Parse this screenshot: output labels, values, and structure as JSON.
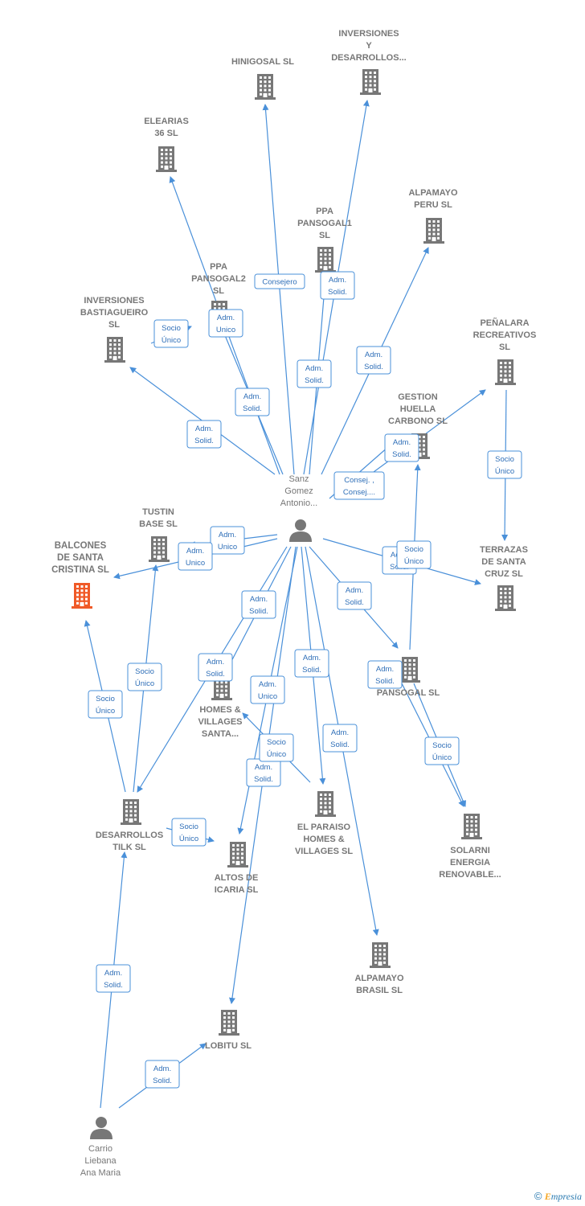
{
  "nodes": {
    "hinigosal": {
      "type": "company",
      "lines": [
        "HINIGOSAL  SL"
      ]
    },
    "inversiones_desarrollos": {
      "type": "company",
      "lines": [
        "INVERSIONES",
        "Y",
        "DESARROLLOS..."
      ]
    },
    "elearias": {
      "type": "company",
      "lines": [
        "ELEARIAS",
        "36 SL"
      ]
    },
    "alpamayo_peru": {
      "type": "company",
      "lines": [
        "ALPAMAYO",
        "PERU  SL"
      ]
    },
    "ppa_pansogal1": {
      "type": "company",
      "lines": [
        "PPA",
        "PANSOGAL1",
        "SL"
      ]
    },
    "ppa_pansogal2": {
      "type": "company",
      "lines": [
        "PPA",
        "PANSOGAL2",
        "SL"
      ]
    },
    "inversiones_bastiagueiro": {
      "type": "company",
      "lines": [
        "INVERSIONES",
        "BASTIAGUEIRO",
        "SL"
      ]
    },
    "penalara": {
      "type": "company",
      "lines": [
        "PEÑALARA",
        "RECREATIVOS",
        "SL"
      ]
    },
    "gestion_huella": {
      "type": "company",
      "lines": [
        "GESTION",
        "HUELLA",
        "CARBONO  SL"
      ]
    },
    "sanz_gomez": {
      "type": "person",
      "lines": [
        "Sanz",
        "Gomez",
        "Antonio..."
      ]
    },
    "tustin": {
      "type": "company",
      "lines": [
        "TUSTIN",
        "BASE SL"
      ]
    },
    "balcones": {
      "type": "focus",
      "lines": [
        "BALCONES",
        "DE SANTA",
        "CRISTINA  SL"
      ]
    },
    "terrazas": {
      "type": "company",
      "lines": [
        "TERRAZAS",
        "DE SANTA",
        "CRUZ  SL"
      ]
    },
    "homes_villages": {
      "type": "company",
      "lines": [
        "HOMES &",
        "VILLAGES",
        "SANTA..."
      ]
    },
    "pansogal": {
      "type": "company",
      "lines": [
        "PANSOGAL  SL"
      ]
    },
    "desarrollos_tilk": {
      "type": "company",
      "lines": [
        "DESARROLLOS",
        "TILK SL"
      ]
    },
    "el_paraiso": {
      "type": "company",
      "lines": [
        "EL PARAISO",
        "HOMES &",
        "VILLAGES  SL"
      ]
    },
    "solarni": {
      "type": "company",
      "lines": [
        "SOLARNI",
        "ENERGIA",
        "RENOVABLE..."
      ]
    },
    "altos_icaria": {
      "type": "company",
      "lines": [
        "ALTOS DE",
        "ICARIA  SL"
      ]
    },
    "alpamayo_brasil": {
      "type": "company",
      "lines": [
        "ALPAMAYO",
        "BRASIL  SL"
      ]
    },
    "lobitu": {
      "type": "company",
      "lines": [
        "LOBITU SL"
      ]
    },
    "carrio": {
      "type": "person",
      "lines": [
        "Carrio",
        "Liebana",
        "Ana Maria"
      ]
    }
  },
  "edges": [
    {
      "from": "sanz_gomez",
      "to": "hinigosal",
      "label": [
        "Consejero"
      ]
    },
    {
      "from": "sanz_gomez",
      "to": "inversiones_desarrollos",
      "label": [
        "Adm.",
        "Solid."
      ]
    },
    {
      "from": "sanz_gomez",
      "to": "elearias",
      "label": [
        "Adm.",
        "Solid."
      ]
    },
    {
      "from": "sanz_gomez",
      "to": "alpamayo_peru",
      "label": [
        "Adm.",
        "Solid."
      ]
    },
    {
      "from": "sanz_gomez",
      "to": "ppa_pansogal1",
      "label": [
        "Adm.",
        "Solid."
      ]
    },
    {
      "from": "sanz_gomez",
      "to": "ppa_pansogal2",
      "label": [
        "Adm.",
        "Unico"
      ]
    },
    {
      "from": "ppa_pansogal2",
      "to": "inversiones_bastiagueiro",
      "label": [
        "Socio",
        "Único"
      ]
    },
    {
      "from": "sanz_gomez",
      "to": "inversiones_bastiagueiro",
      "label": [
        "Adm.",
        "Solid."
      ]
    },
    {
      "from": "sanz_gomez",
      "to": "gestion_huella",
      "label": [
        "Adm.",
        "Solid."
      ]
    },
    {
      "from": "sanz_gomez",
      "to": "penalara",
      "label": [
        "Consej. ,",
        "Consej...."
      ]
    },
    {
      "from": "penalara",
      "to": "terrazas",
      "label": [
        "Socio",
        "Único"
      ]
    },
    {
      "from": "sanz_gomez",
      "to": "terrazas",
      "label": [
        "Adm.",
        "Solid."
      ]
    },
    {
      "from": "pansogal",
      "to": "gestion_huella",
      "label": [
        "Socio",
        "Único"
      ]
    },
    {
      "from": "sanz_gomez",
      "to": "tustin",
      "label": [
        "Adm.",
        "Unico"
      ]
    },
    {
      "from": "sanz_gomez",
      "to": "balcones",
      "label": [
        "Adm.",
        "Unico"
      ]
    },
    {
      "from": "sanz_gomez",
      "to": "homes_villages",
      "label": [
        "Adm.",
        "Solid."
      ]
    },
    {
      "from": "sanz_gomez",
      "to": "pansogal",
      "label": [
        "Adm.",
        "Solid."
      ]
    },
    {
      "from": "sanz_gomez",
      "to": "el_paraiso",
      "label": [
        "Adm.",
        "Solid."
      ]
    },
    {
      "from": "sanz_gomez",
      "to": "alpamayo_brasil",
      "label": [
        "Adm.",
        "Solid."
      ]
    },
    {
      "from": "sanz_gomez",
      "to": "altos_icaria",
      "label": [
        "Adm.",
        "Unico"
      ]
    },
    {
      "from": "sanz_gomez",
      "to": "lobitu",
      "label": [
        "Adm.",
        "Solid."
      ]
    },
    {
      "from": "sanz_gomez",
      "to": "desarrollos_tilk",
      "label": [
        "Adm.",
        "Solid."
      ]
    },
    {
      "from": "pansogal",
      "to": "solarni",
      "label": [
        "Adm.",
        "Solid."
      ]
    },
    {
      "from": "pansogal",
      "to": "solarni",
      "label": [
        "Socio",
        "Único"
      ]
    },
    {
      "from": "el_paraiso",
      "to": "homes_villages",
      "label": [
        "Socio",
        "Único"
      ]
    },
    {
      "from": "desarrollos_tilk",
      "to": "balcones",
      "label": [
        "Socio",
        "Único"
      ]
    },
    {
      "from": "desarrollos_tilk",
      "to": "tustin",
      "label": [
        "Socio",
        "Único"
      ]
    },
    {
      "from": "desarrollos_tilk",
      "to": "altos_icaria",
      "label": [
        "Socio",
        "Único"
      ]
    },
    {
      "from": "carrio",
      "to": "desarrollos_tilk",
      "label": [
        "Adm.",
        "Solid."
      ]
    },
    {
      "from": "carrio",
      "to": "lobitu",
      "label": [
        "Adm.",
        "Solid."
      ]
    }
  ],
  "footer": {
    "copyright": "©",
    "brand_initial": "E",
    "brand_rest": "mpresia"
  },
  "colors": {
    "edge": "#4a90d9",
    "node": "#777777",
    "focus": "#f05a28",
    "label_text": "#2f6fb8"
  },
  "icons": {
    "company": "building-icon",
    "person": "person-icon"
  }
}
